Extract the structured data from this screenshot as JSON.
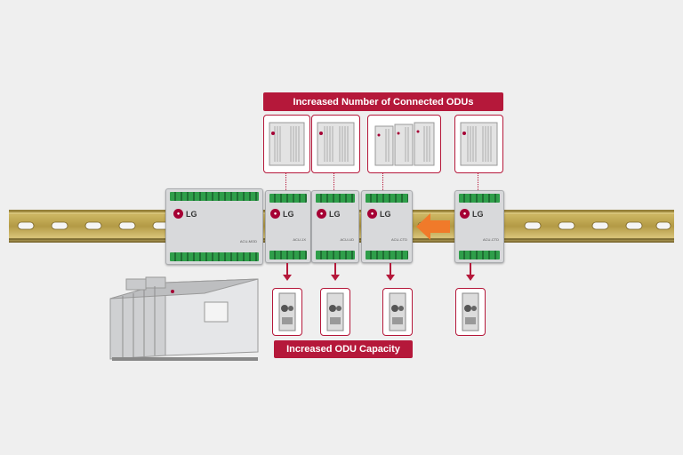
{
  "top_label": "Increased Number of Connected ODUs",
  "bottom_label": "Increased ODU Capacity",
  "modules": [
    {
      "logo": "LG",
      "model": "ACU-MOD"
    },
    {
      "logo": "LG",
      "model": "ACU-1X"
    },
    {
      "logo": "LG",
      "model": "ACU-UD"
    },
    {
      "logo": "LG",
      "model": "ACU-CTD"
    },
    {
      "logo": "LG",
      "model": "ACU-CTD"
    }
  ],
  "colors": {
    "accent": "#b5183a",
    "arrow": "#f07a2a",
    "rail": "#b89a3c",
    "background": "#efefef"
  },
  "icons": [
    "outdoor-unit-icon",
    "compressor-unit-icon",
    "air-handling-unit-icon",
    "insert-arrow-icon"
  ]
}
